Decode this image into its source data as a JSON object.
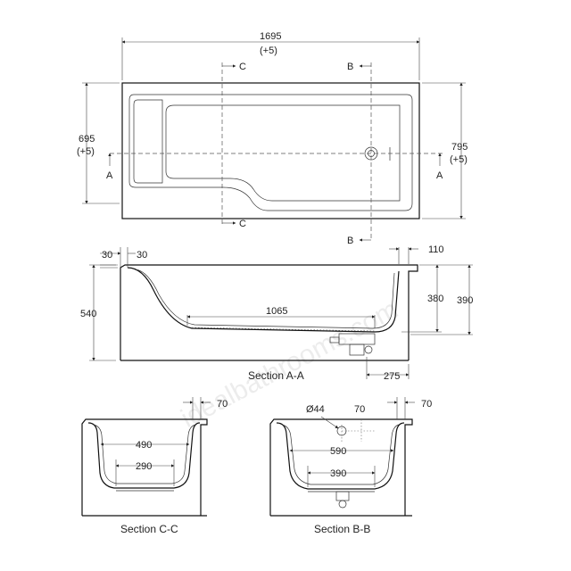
{
  "plan": {
    "length_value": "1695",
    "length_tolerance": "(+5)",
    "width_left_value": "695",
    "width_left_tolerance": "(+5)",
    "width_right_value": "795",
    "width_right_tolerance": "(+5)",
    "marker_a": "A",
    "marker_b": "B",
    "marker_c": "C"
  },
  "section_aa": {
    "label": "Section A-A",
    "dim_30_left": "30",
    "dim_30_right": "30",
    "dim_110": "110",
    "dim_540": "540",
    "dim_380": "380",
    "dim_390": "390",
    "dim_1065": "1065",
    "dim_275": "275"
  },
  "section_cc": {
    "label": "Section C-C",
    "dim_70": "70",
    "dim_490": "490",
    "dim_290": "290"
  },
  "section_bb": {
    "label": "Section B-B",
    "dim_44": "Ø44",
    "dim_70_a": "70",
    "dim_70_b": "70",
    "dim_590": "590",
    "dim_390": "390"
  },
  "watermark": "idealbathrooms.com"
}
